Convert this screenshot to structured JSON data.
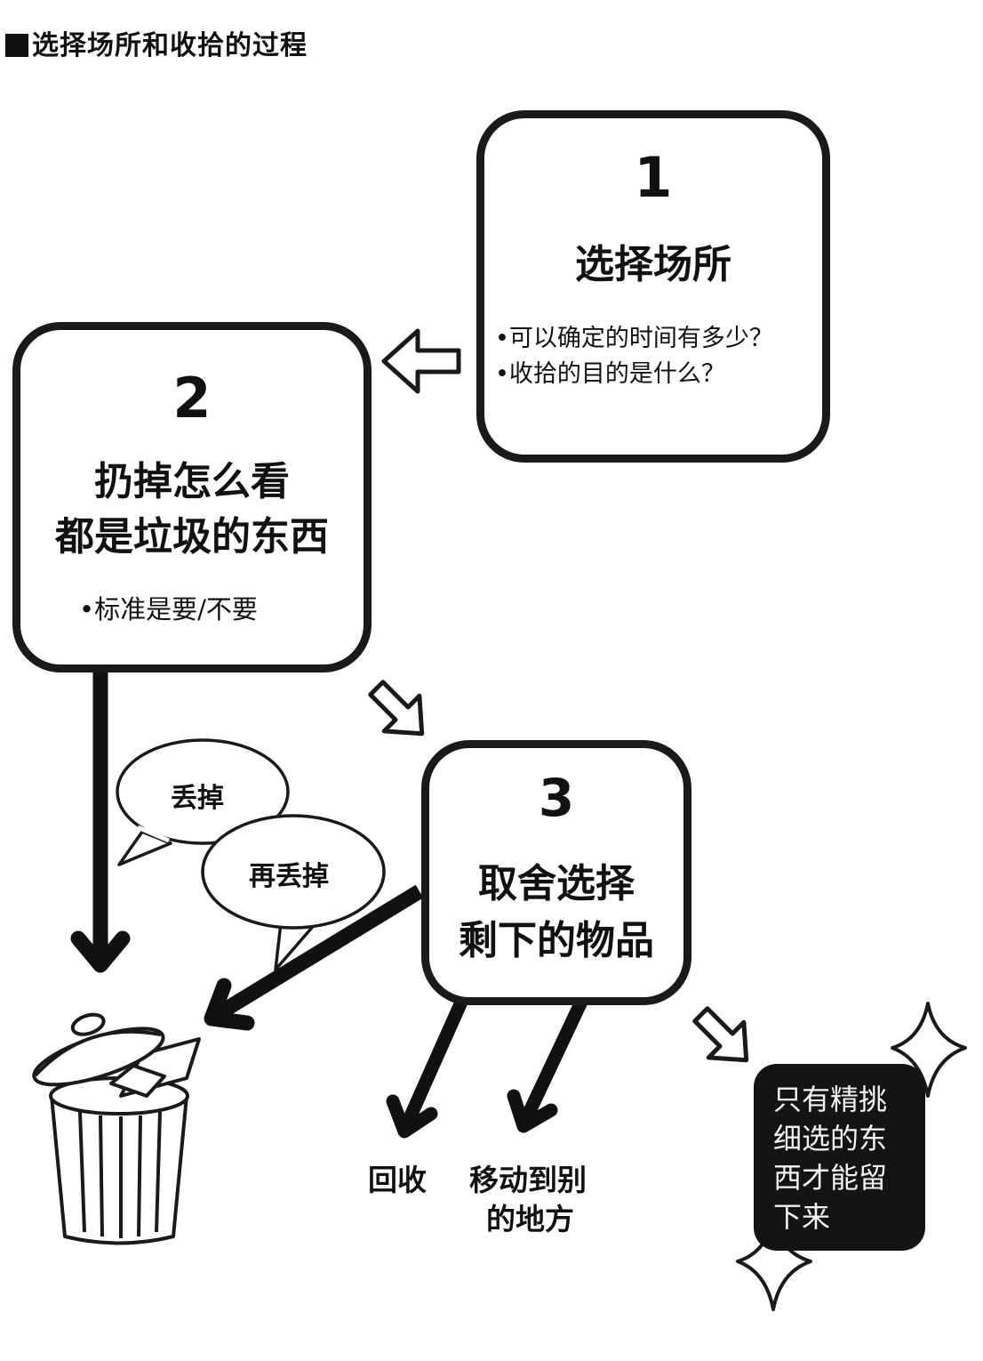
{
  "heading": "选择场所和收拾的过程",
  "steps": [
    {
      "number": "1",
      "title": "选择场所",
      "bullets": [
        "•可以确定的时间有多少？",
        "•收拾的目的是什么？"
      ]
    },
    {
      "number": "2",
      "title_line1": "扔掉怎么看",
      "title_line2": "都是垃圾的东西",
      "bullets": [
        "•标准是要/不要"
      ]
    },
    {
      "number": "3",
      "title_line1": "取舍选择",
      "title_line2": "剩下的物品"
    }
  ],
  "bubbles": [
    "丢掉",
    "再丢掉"
  ],
  "outcomes": {
    "recycle": "回收",
    "move_line1": "移动到别",
    "move_line2": "的地方"
  },
  "result_card": {
    "lines": [
      "只有精挑",
      "细选的东",
      "西才能留",
      "下来"
    ]
  },
  "icons": [
    "hollow-arrow-left-icon",
    "hollow-arrow-down-right-icon",
    "trash-can-icon",
    "sparkle-icon"
  ]
}
